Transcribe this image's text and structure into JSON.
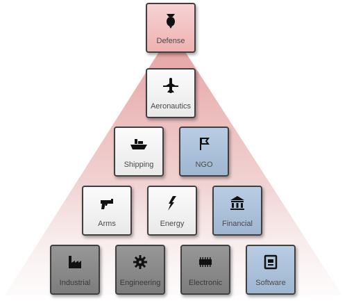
{
  "diagram": {
    "tiles": {
      "defense": {
        "label": "Defense",
        "icon": "bomb-icon"
      },
      "aeronautics": {
        "label": "Aeronautics",
        "icon": "airplane-icon"
      },
      "shipping": {
        "label": "Shipping",
        "icon": "ship-icon"
      },
      "ngo": {
        "label": "NGO",
        "icon": "flag-icon"
      },
      "arms": {
        "label": "Arms",
        "icon": "gun-icon"
      },
      "energy": {
        "label": "Energy",
        "icon": "lightning-icon"
      },
      "financial": {
        "label": "Financial",
        "icon": "bank-icon"
      },
      "industrial": {
        "label": "Industrial",
        "icon": "factory-icon"
      },
      "engineering": {
        "label": "Engineering",
        "icon": "gear-icon"
      },
      "electronic": {
        "label": "Electronic",
        "icon": "chip-icon"
      },
      "software": {
        "label": "Software",
        "icon": "application-icon"
      }
    },
    "colors": {
      "pyramid_top": "#e6a0a0",
      "light_tile": "#f2f2f2",
      "dark_tile": "#8a8a8a",
      "blue_tile": "#aec3da",
      "red_tile": "#f2c4c4"
    }
  }
}
